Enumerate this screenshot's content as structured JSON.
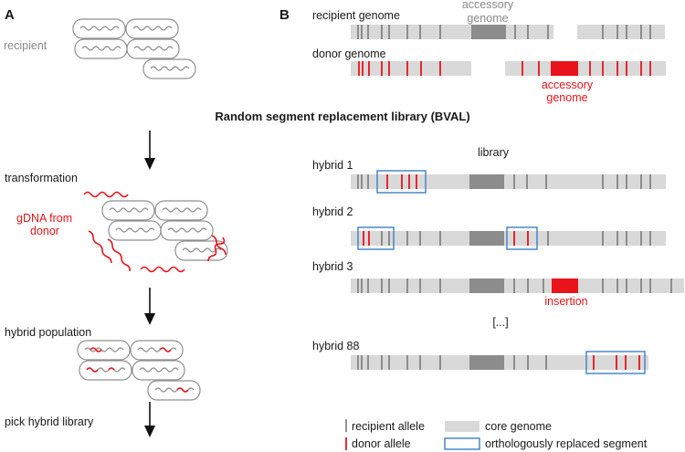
{
  "panel_a": {
    "label": "A",
    "recipient": "recipient",
    "transformation": "transformation",
    "gdna_from_donor": [
      "gDNA from",
      "donor"
    ],
    "hybrid_population": "hybrid population",
    "pick_hybrid_library": "pick hybrid library"
  },
  "panel_b": {
    "label": "B",
    "recipient_genome": "recipient genome",
    "accessory_genome_top": [
      "accessory",
      "genome"
    ],
    "donor_genome": "donor genome",
    "accessory_genome_donor": [
      "accessory",
      "genome"
    ],
    "library": "library",
    "hybrids": [
      "hybrid 1",
      "hybrid 2",
      "hybrid 3",
      "hybrid 88"
    ],
    "insertion": "insertion",
    "ellipsis": "[...]"
  },
  "title": "Random segment replacement library (BVAL)",
  "legend": {
    "recipient_allele": "recipient allele",
    "donor_allele": "donor allele",
    "core_genome": "core genome",
    "replaced_segment": "orthologously replaced segment"
  },
  "colors": {
    "core": "#d9d9d9",
    "accessory": "#8c8c8c",
    "recipient_allele": "#7a7a7a",
    "donor_allele": "#e8131b",
    "replaced_box": "#3a7fc4",
    "cell_outline": "#8f8f8f"
  }
}
